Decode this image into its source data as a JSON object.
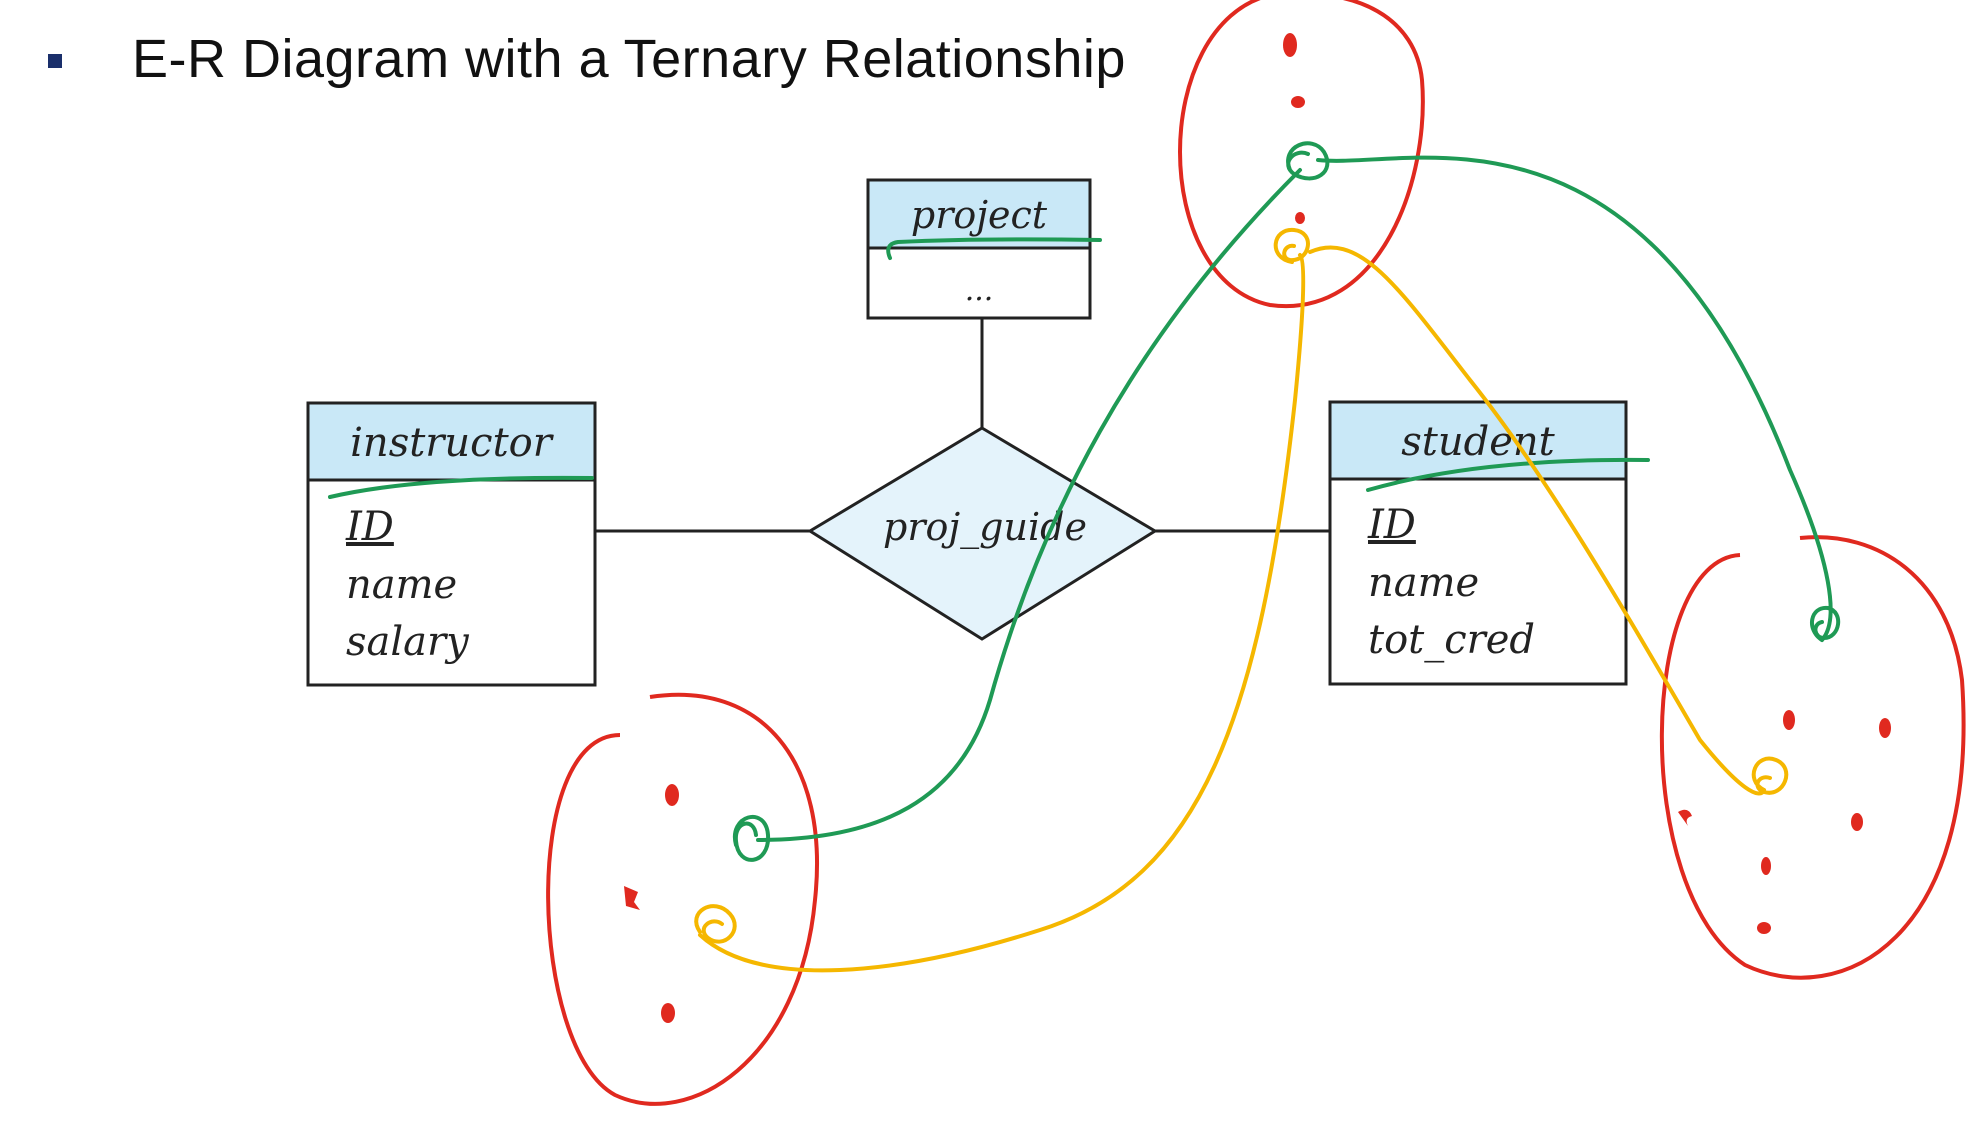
{
  "slide": {
    "bullet_heading": "E-R Diagram with a Ternary Relationship"
  },
  "entities": {
    "project": {
      "name": "project",
      "attributes": [
        "..."
      ]
    },
    "instructor": {
      "name": "instructor",
      "attributes": [
        "ID",
        "name",
        "salary"
      ]
    },
    "student": {
      "name": "student",
      "attributes": [
        "ID",
        "name",
        "tot_cred"
      ]
    }
  },
  "relationship": {
    "name": "proj_guide"
  },
  "colors": {
    "entity_header_fill": "#c9e8f7",
    "relationship_fill": "#e4f3fb",
    "ink_red": "#e0291f",
    "ink_green": "#1f9a55",
    "ink_yellow": "#f5b700",
    "bullet": "#1a2f6b"
  }
}
